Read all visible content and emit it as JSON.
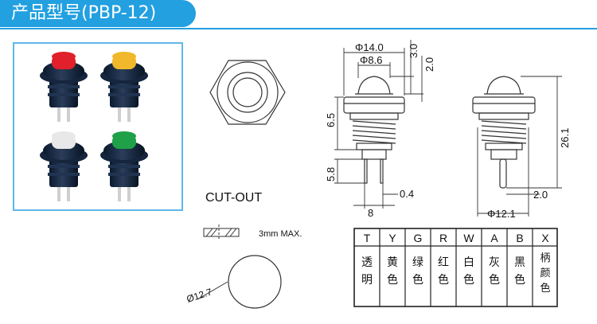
{
  "header": {
    "title": "产品型号(PBP-12)"
  },
  "photo": {
    "button_colors": [
      "#e0202a",
      "#f0b82a",
      "#e8e8e8",
      "#20a048"
    ]
  },
  "cutout": {
    "title": "CUT-OUT",
    "max_label": "3mm MAX.",
    "diameter_label": "Ø12.7"
  },
  "dimensions": {
    "d14": "Φ14.0",
    "d86": "Φ8.6",
    "d30": "3.0",
    "d20_top": "2.0",
    "d65": "6.5",
    "d58": "5.8",
    "d04": "0.4",
    "d8": "8",
    "d261": "26.1",
    "d20_side": "2.0",
    "d121": "Φ12.1"
  },
  "color_table": {
    "codes": [
      "T",
      "Y",
      "G",
      "R",
      "W",
      "A",
      "B",
      "X"
    ],
    "names": [
      [
        "透",
        "明"
      ],
      [
        "黄",
        "色"
      ],
      [
        "绿",
        "色"
      ],
      [
        "红",
        "色"
      ],
      [
        "白",
        "色"
      ],
      [
        "灰",
        "色"
      ],
      [
        "黑",
        "色"
      ],
      [
        "柄",
        "颜",
        "色"
      ]
    ]
  }
}
